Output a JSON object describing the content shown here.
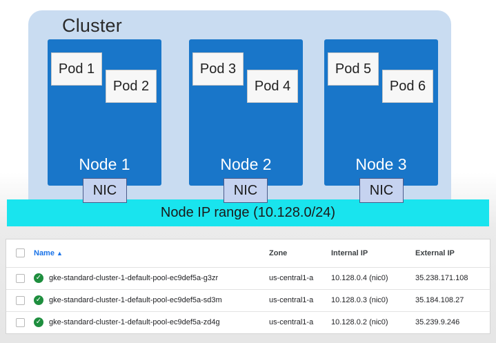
{
  "diagram": {
    "cluster_label": "Cluster",
    "nodes": [
      {
        "label": "Node 1",
        "pods": [
          "Pod 1",
          "Pod 2"
        ],
        "nic": "NIC"
      },
      {
        "label": "Node 2",
        "pods": [
          "Pod 3",
          "Pod 4"
        ],
        "nic": "NIC"
      },
      {
        "label": "Node 3",
        "pods": [
          "Pod 5",
          "Pod 6"
        ],
        "nic": "NIC"
      }
    ],
    "ip_range_label": "Node IP range (10.128.0/24)"
  },
  "table": {
    "headers": {
      "name": "Name",
      "zone": "Zone",
      "internal_ip": "Internal IP",
      "external_ip": "External IP"
    },
    "sort_icon": "sort-up-arrow",
    "status_icon": "check-circle",
    "rows": [
      {
        "name": "gke-standard-cluster-1-default-pool-ec9def5a-g3zr",
        "zone": "us-central1-a",
        "internal_ip": "10.128.0.4",
        "nic": "(nic0)",
        "external_ip": "35.238.171.108"
      },
      {
        "name": "gke-standard-cluster-1-default-pool-ec9def5a-sd3m",
        "zone": "us-central1-a",
        "internal_ip": "10.128.0.3",
        "nic": "(nic0)",
        "external_ip": "35.184.108.27"
      },
      {
        "name": "gke-standard-cluster-1-default-pool-ec9def5a-zd4g",
        "zone": "us-central1-a",
        "internal_ip": "10.128.0.2",
        "nic": "(nic0)",
        "external_ip": "35.239.9.246"
      }
    ]
  },
  "colors": {
    "cluster_bg": "#c9dcf1",
    "node_bg": "#1976c9",
    "ip_range_bg": "#19e4ee",
    "status_ok": "#1e8e3e",
    "link_blue": "#1a73e8"
  }
}
